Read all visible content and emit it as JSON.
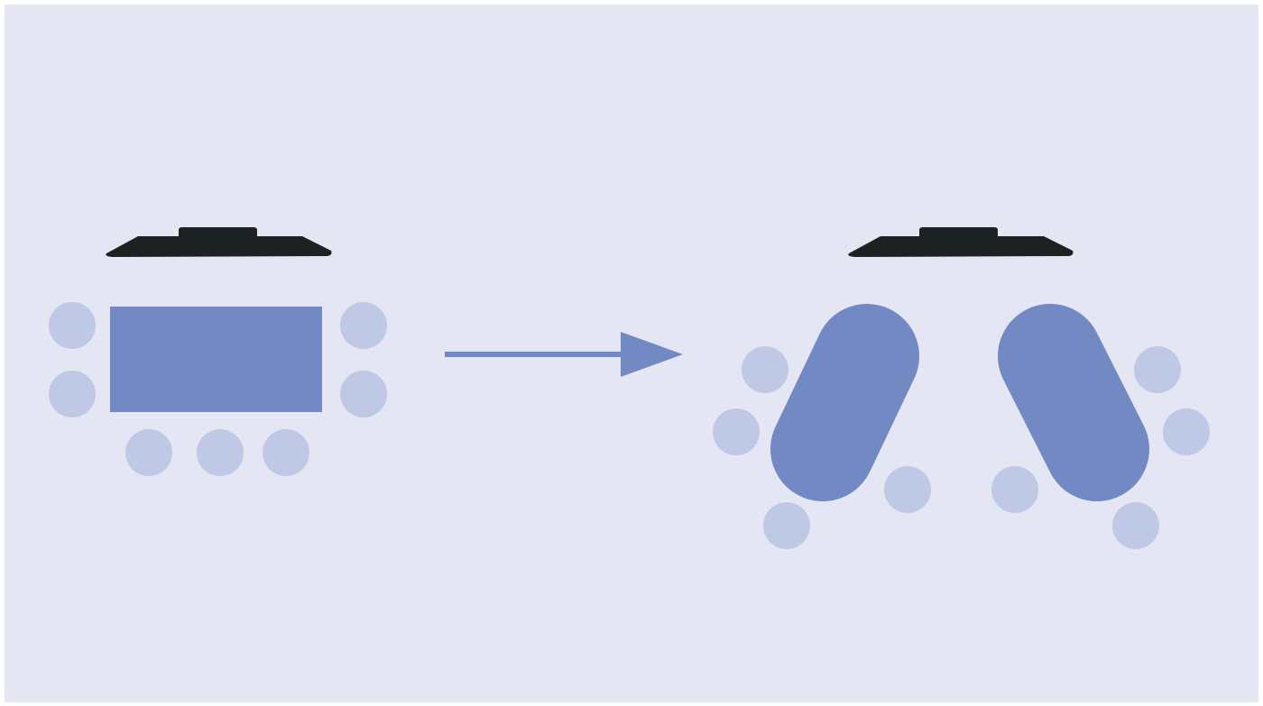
{
  "diagram": {
    "kind": "meeting-room-layout-change",
    "colors": {
      "background": "#e4e7f3",
      "screen": "#1b2221",
      "table": "#7389c3",
      "chair": "#bfc9e6",
      "arrow": "#7389c3"
    },
    "icons": {
      "display": "tv-screen-icon",
      "seat": "chair-icon",
      "direction": "arrow-right-icon"
    },
    "before": {
      "table_shape": "rectangle",
      "table_count": 1,
      "chair_count": 7
    },
    "after": {
      "table_shape": "rounded-capsule",
      "table_count": 2,
      "chair_count": 8
    }
  }
}
